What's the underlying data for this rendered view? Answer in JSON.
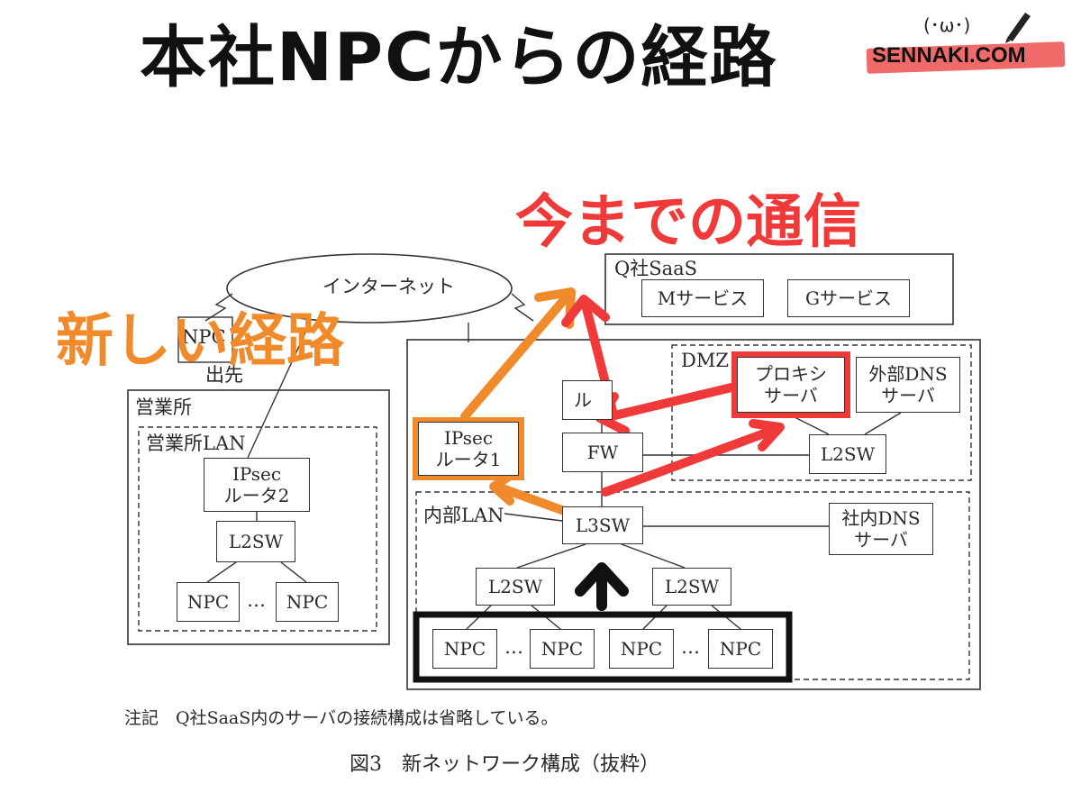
{
  "header": {
    "title": "本社NPCからの経路",
    "logo_text": "SENNAKI.COM",
    "logo_face": "(･ω･)"
  },
  "overlays": {
    "new_route": "新しい経路",
    "old_route": "今までの通信"
  },
  "colors": {
    "orange": "#f08a2a",
    "red": "#f03a3a",
    "logo_bar": "#f06a6a"
  },
  "diagram": {
    "internet": "インターネット",
    "saas_group": "Q社SaaS",
    "m_service": "Mサービス",
    "g_service": "Gサービス",
    "npc_partial": "NPC",
    "branch_partial": "出先",
    "branch_office": "営業所",
    "branch_lan": "営業所LAN",
    "ipsec_router_2": [
      "IPsec",
      "ルータ2"
    ],
    "branch_l2sw": "L2SW",
    "branch_npc_left": "NPC",
    "branch_npc_right": "NPC",
    "ellipsis": "…",
    "dmz": "DMZ",
    "proxy_server": [
      "プロキシ",
      "サーバ"
    ],
    "external_dns": [
      "外部DNS",
      "サーバ"
    ],
    "dmz_l2sw": "L2SW",
    "router_partial": "ル",
    "fw": "FW",
    "ipsec_router_1": [
      "IPsec",
      "ルータ1"
    ],
    "internal_lan": "内部LAN",
    "l3sw": "L3SW",
    "internal_dns": [
      "社内DNS",
      "サーバ"
    ],
    "internal_l2sw_left": "L2SW",
    "internal_l2sw_right": "L2SW",
    "internal_npcs": [
      "NPC",
      "NPC",
      "NPC",
      "NPC"
    ],
    "note": "注記　Q社SaaS内のサーバの接続構成は省略している。",
    "figure_caption": "図3　新ネットワーク構成（抜粋）"
  }
}
